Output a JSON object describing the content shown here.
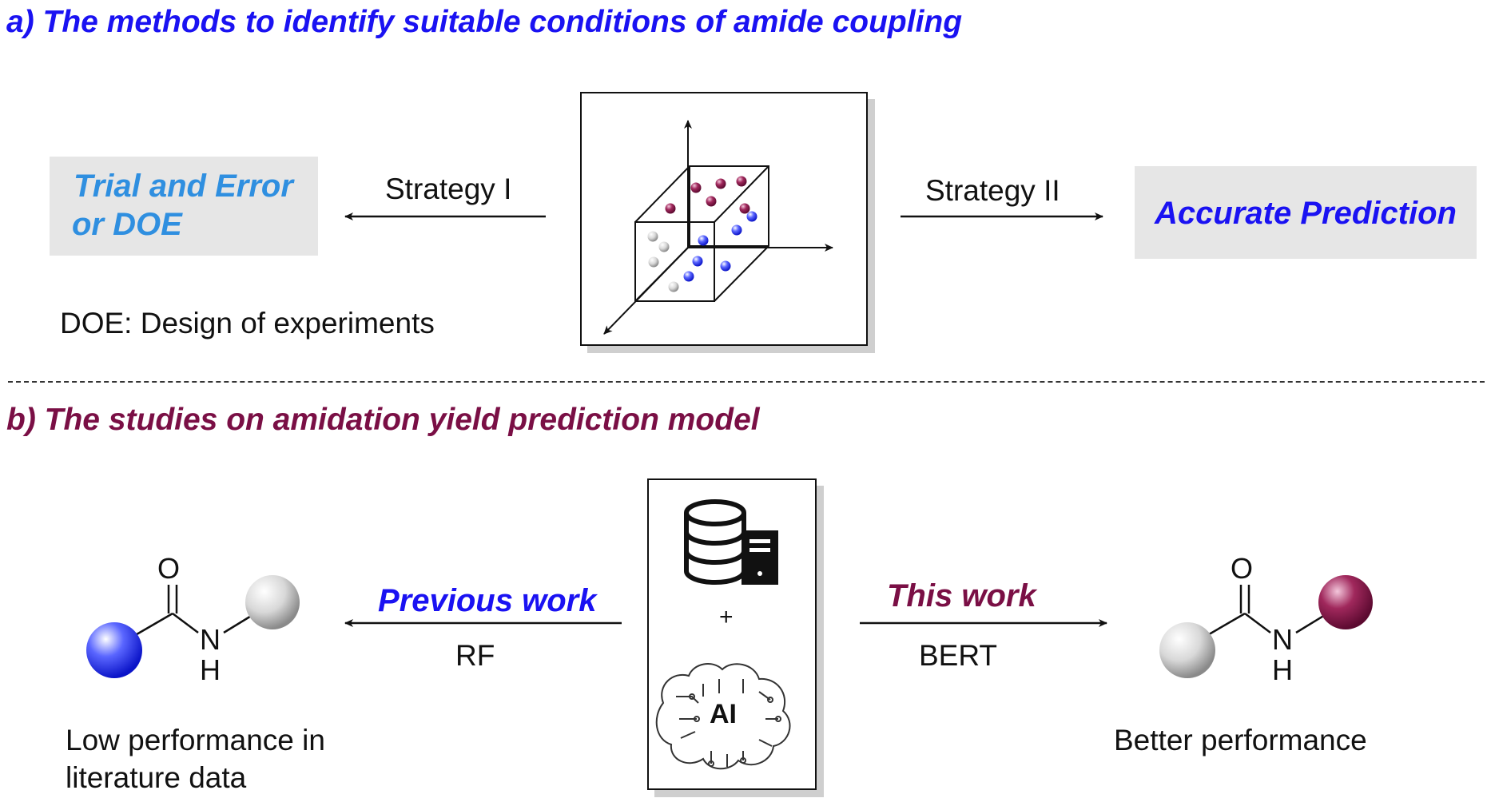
{
  "section_a": {
    "heading": "a) The methods to identify suitable conditions of amide coupling",
    "heading_color": "#1a12f2",
    "left_box": {
      "line1": "Trial and Error",
      "line2": "or DOE",
      "color": "#2f8fe0"
    },
    "strategy1": "Strategy I",
    "strategy2": "Strategy II",
    "right_box": {
      "label": "Accurate Prediction",
      "color": "#1a12f2"
    },
    "doe_note": "DOE: Design of experiments",
    "box_fill": "#e6e6e6"
  },
  "section_b": {
    "heading": "b) The studies on amidation yield prediction model",
    "heading_color": "#7a0f45",
    "previous_work": "Previous work",
    "previous_color": "#1a12f2",
    "previous_method": "RF",
    "this_work": "This work",
    "this_color": "#7a0f45",
    "this_method": "BERT",
    "plus": "+",
    "ai_label": "AI",
    "left_caption": {
      "line1": "Low performance in",
      "line2": "literature data"
    },
    "right_caption": "Better performance",
    "atom_O": "O",
    "atom_N": "N",
    "atom_H": "H"
  },
  "icons": [
    "3d-scatter-cube-icon",
    "database-icon",
    "server-icon",
    "ai-brain-icon"
  ],
  "sphere_colors": {
    "blue": "#1a2cf0",
    "gray": "#cfcfcf",
    "purple": "#8a1a4a"
  }
}
